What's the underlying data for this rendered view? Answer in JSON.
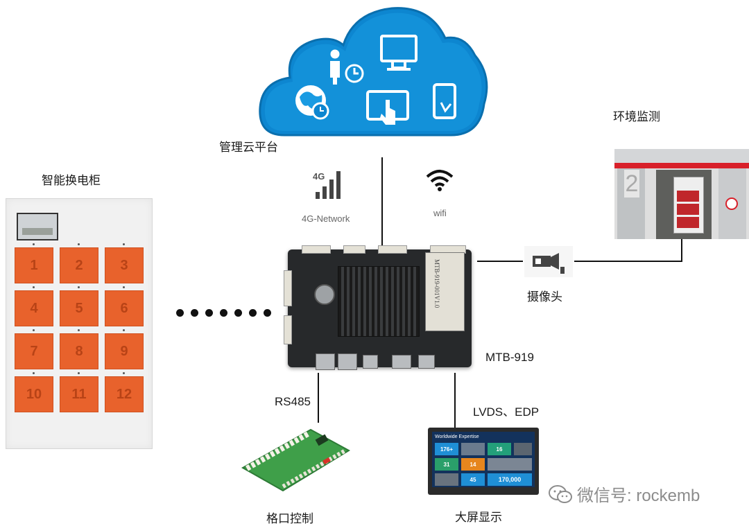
{
  "labels": {
    "cabinet": "智能换电柜",
    "cloud": "管理云平台",
    "env": "环境监测",
    "camera": "摄像头",
    "board": "MTB-919",
    "rs485": "RS485",
    "lvds": "LVDS、EDP",
    "io": "格口控制",
    "screen": "大屏显示",
    "network_4g": "4G-Network",
    "wifi": "wifi",
    "icon_4g_text": "4G",
    "board_marking": "MTB-919-001V1.0"
  },
  "cabinet_doors": [
    "1",
    "2",
    "3",
    "4",
    "5",
    "6",
    "7",
    "8",
    "9",
    "10",
    "11",
    "12"
  ],
  "screen_tiles": {
    "header": "Worldwide Expertise",
    "values": [
      "176+",
      "16",
      "31",
      "14",
      "45",
      "170,000"
    ]
  },
  "watermark": "微信号: rockemb",
  "colors": {
    "cloud": "#0d86d0",
    "cabinet_door": "#e8622c",
    "board": "#27292b"
  },
  "icons": [
    "user-clock-icon",
    "monitor-icon",
    "globe-clock-icon",
    "tablet-touch-icon",
    "phone-icon",
    "signal-4g-icon",
    "wifi-icon",
    "camera-icon",
    "wechat-icon"
  ]
}
